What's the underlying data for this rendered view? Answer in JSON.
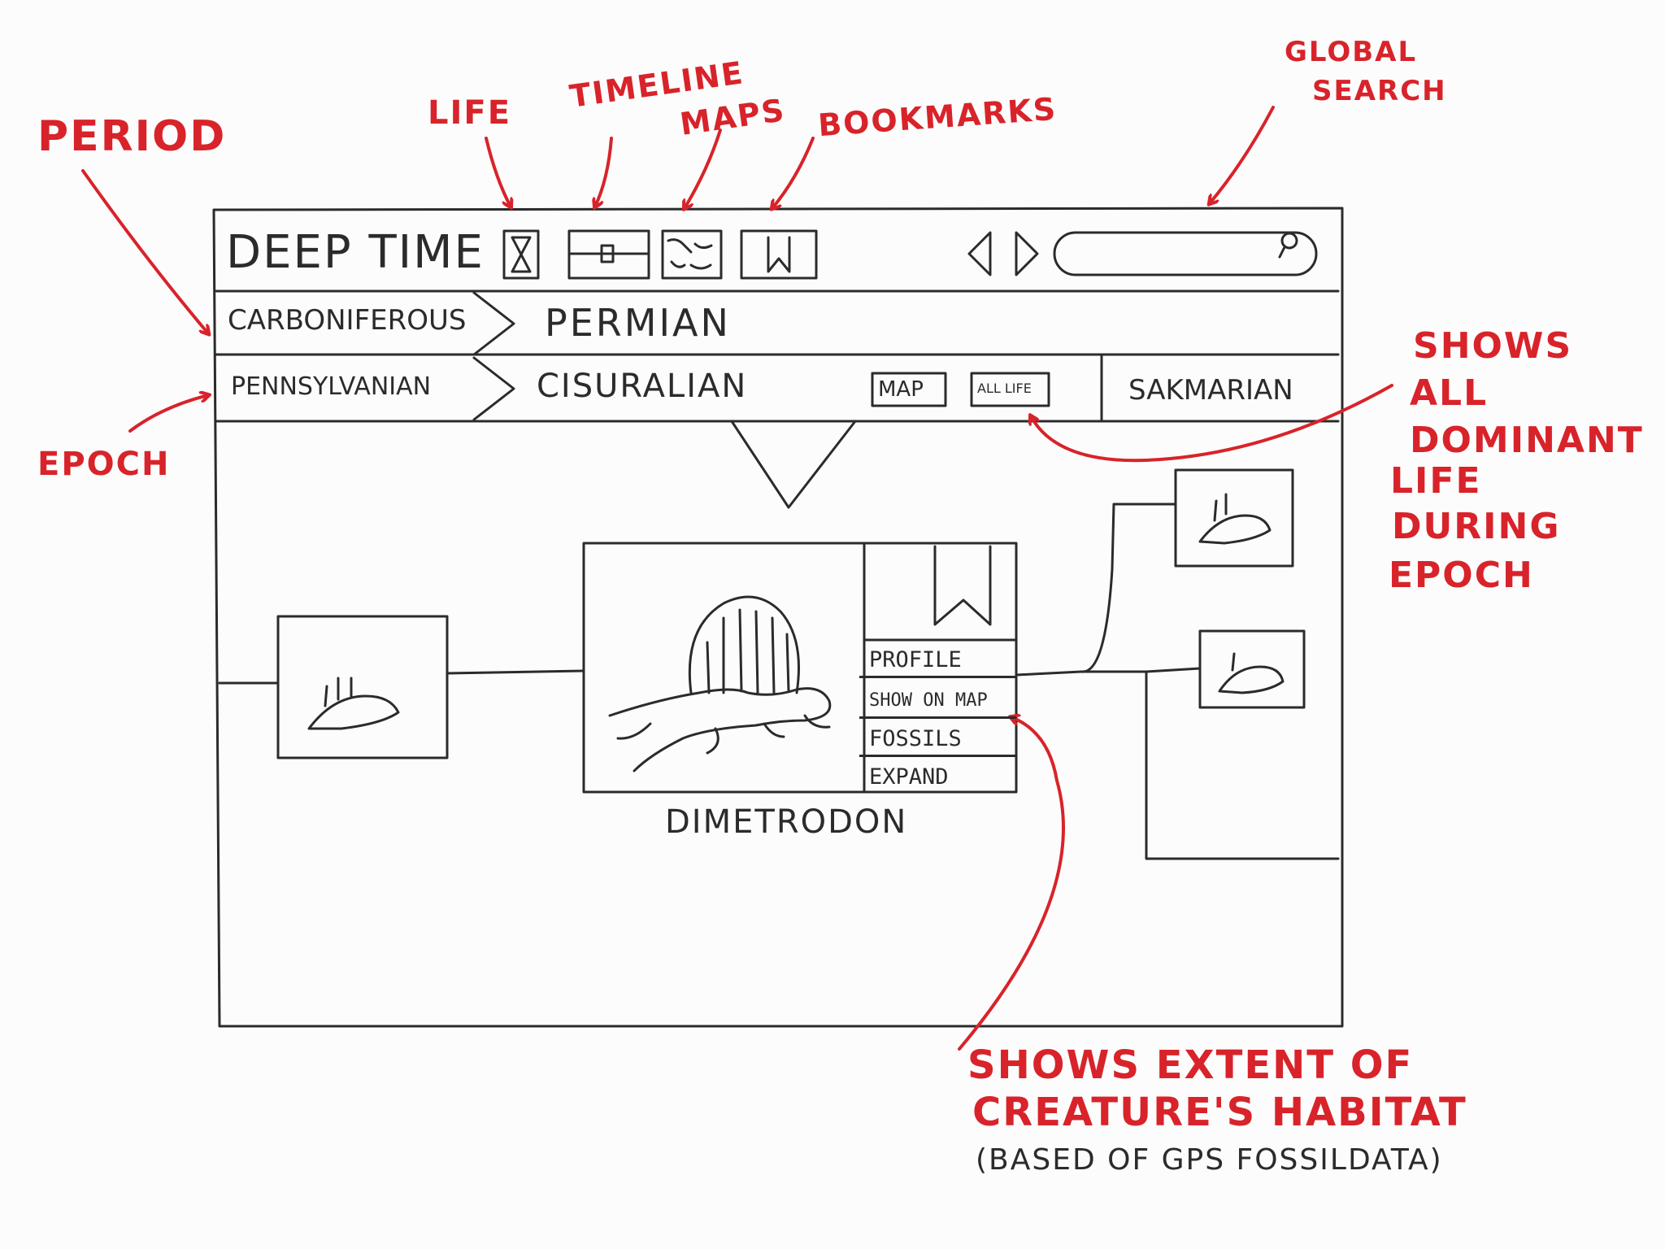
{
  "app": {
    "title": "DEEP TIME"
  },
  "toolbar": {
    "icons": [
      {
        "name": "life-icon"
      },
      {
        "name": "timeline-icon"
      },
      {
        "name": "maps-icon"
      },
      {
        "name": "bookmark-icon"
      }
    ],
    "search_placeholder": ""
  },
  "period_bar": {
    "previous": "CARBONIFEROUS",
    "current": "PERMIAN"
  },
  "epoch_bar": {
    "previous": "PENNSYLVANIAN",
    "current": "CISURALIAN",
    "map_button": "MAP",
    "all_life_button": "ALL LIFE",
    "next_stage": "SAKMARIAN"
  },
  "creature": {
    "name": "DIMETRODON",
    "menu": [
      "PROFILE",
      "SHOW ON MAP",
      "FOSSILS",
      "EXPAND"
    ]
  },
  "annotations": {
    "period": "PERIOD",
    "epoch": "EPOCH",
    "life": "LIFE",
    "timeline": "TIMELINE",
    "maps": "MAPS",
    "bookmarks": "BOOKMARKS",
    "global_search_1": "GLOBAL",
    "global_search_2": "SEARCH",
    "all_life_1": "SHOWS",
    "all_life_2": "ALL",
    "all_life_3": "DOMINANT",
    "all_life_4": "LIFE",
    "all_life_5": "DURING",
    "all_life_6": "EPOCH",
    "habitat_1": "SHOWS EXTENT OF",
    "habitat_2": "CREATURE'S HABITAT",
    "habitat_3": "(BASED OF GPS FOSSILDATA)"
  },
  "colors": {
    "ink": "#2b2b2b",
    "annotation_red": "#d8232a",
    "paper": "#fcfcfc"
  }
}
